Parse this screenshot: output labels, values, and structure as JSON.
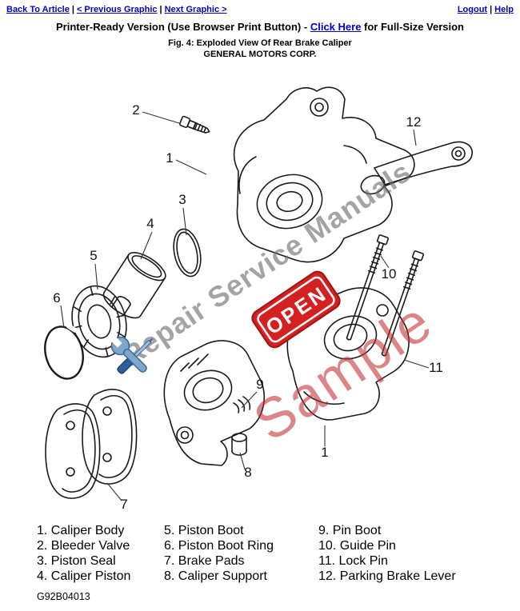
{
  "header": {
    "back_to_article": "Back To Article",
    "previous_graphic": "< Previous Graphic",
    "next_graphic": "Next Graphic >",
    "logout": "Logout",
    "help": "Help",
    "separator": "|"
  },
  "printer_line": {
    "prefix": "Printer-Ready Version (Use Browser Print Button) - ",
    "link": "Click Here",
    "suffix": " for Full-Size Version"
  },
  "figure": {
    "caption": "Fig. 4: Exploded View Of Rear Brake Caliper",
    "manufacturer": "GENERAL MOTORS CORP.",
    "code": "G92B04013"
  },
  "diagram": {
    "watermark_text": "Repair Service Manuals",
    "sample_text": "Sample",
    "open_sign_text": "OPEN",
    "callout_labels": [
      "2",
      "1",
      "12",
      "3",
      "4",
      "5",
      "6",
      "10",
      "11",
      "9",
      "1",
      "8",
      "7"
    ]
  },
  "legend": {
    "col1": [
      "1. Caliper Body",
      "2. Bleeder Valve",
      "3. Piston Seal",
      "4. Caliper Piston"
    ],
    "col2": [
      "5. Piston Boot",
      "6. Piston Boot Ring",
      "7. Brake Pads",
      "8. Caliper Support"
    ],
    "col3": [
      "9. Pin Boot",
      "10. Guide Pin",
      "11. Lock Pin",
      "12. Parking Brake Lever"
    ]
  }
}
